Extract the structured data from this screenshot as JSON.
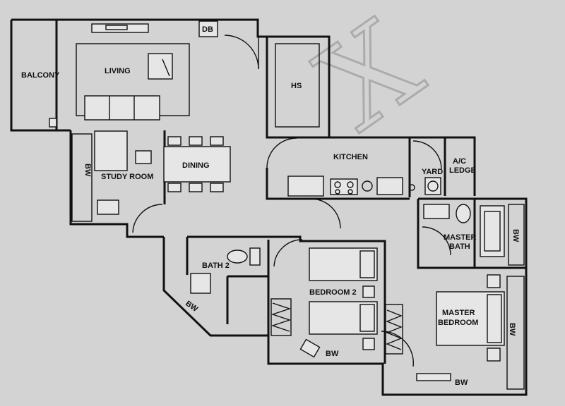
{
  "rooms": {
    "balcony": "BALCONY",
    "living": "LIVING",
    "db": "DB",
    "hs": "HS",
    "kitchen": "KITCHEN",
    "yard": "YARD",
    "ac_ledge_1": "A/C",
    "ac_ledge_2": "LEDGE",
    "study": "STUDY ROOM",
    "dining": "DINING",
    "bath2": "BATH 2",
    "master_bath_1": "MASTER",
    "master_bath_2": "BATH",
    "bedroom2": "BEDROOM 2",
    "master_bed_1": "MASTER",
    "master_bed_2": "BEDROOM"
  },
  "wardrobes": {
    "study": "BW",
    "bath2": "BW",
    "bedroom2": "BW",
    "master_bath": "BW",
    "master_bed_side": "BW",
    "master_bed_bottom": "BW"
  },
  "watermark": "X"
}
